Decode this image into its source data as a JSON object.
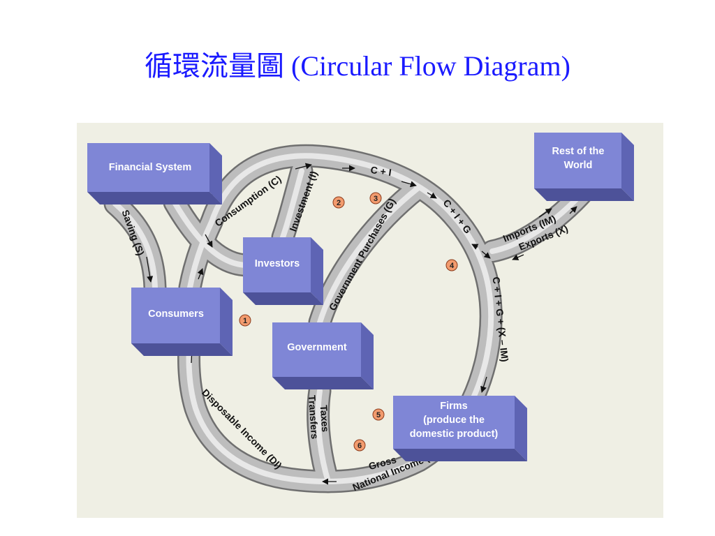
{
  "title": "循環流量圖 (Circular Flow Diagram)",
  "colors": {
    "title": "#1a1aff",
    "panel": "#efefe4",
    "box_front": "#7f86d6",
    "box_top": "#a8aee6",
    "box_side": "#5e64b4",
    "pipe": "#b9b9b9",
    "badge": "#f29b6e"
  },
  "sectors": {
    "financial_system": "Financial System",
    "rest_of_world": [
      "Rest of the",
      "World"
    ],
    "investors": "Investors",
    "consumers": "Consumers",
    "government": "Government",
    "firms": [
      "Firms",
      "(produce the",
      "domestic product)"
    ]
  },
  "flows": {
    "consumption": "Consumption (C)",
    "investment": "Investment (I)",
    "c_plus_i": "C + I",
    "government_purchases": "Government Purchases (G)",
    "c_i_g": "C + I + G",
    "c_i_g_x_im": "C + I + G + (X – IM)",
    "imports": "Imports (IM)",
    "exports": "Exports (X)",
    "saving": "Saving (S)",
    "disposable_income": "Disposable Income (DI)",
    "taxes": "Taxes",
    "transfers": "Transfers",
    "gross": "Gross",
    "national_income": "National Income (Y)"
  },
  "badges": [
    "1",
    "2",
    "3",
    "4",
    "5",
    "6"
  ],
  "icons": {
    "badge": "numbered-circle-icon",
    "arrow": "flow-arrow-icon"
  }
}
